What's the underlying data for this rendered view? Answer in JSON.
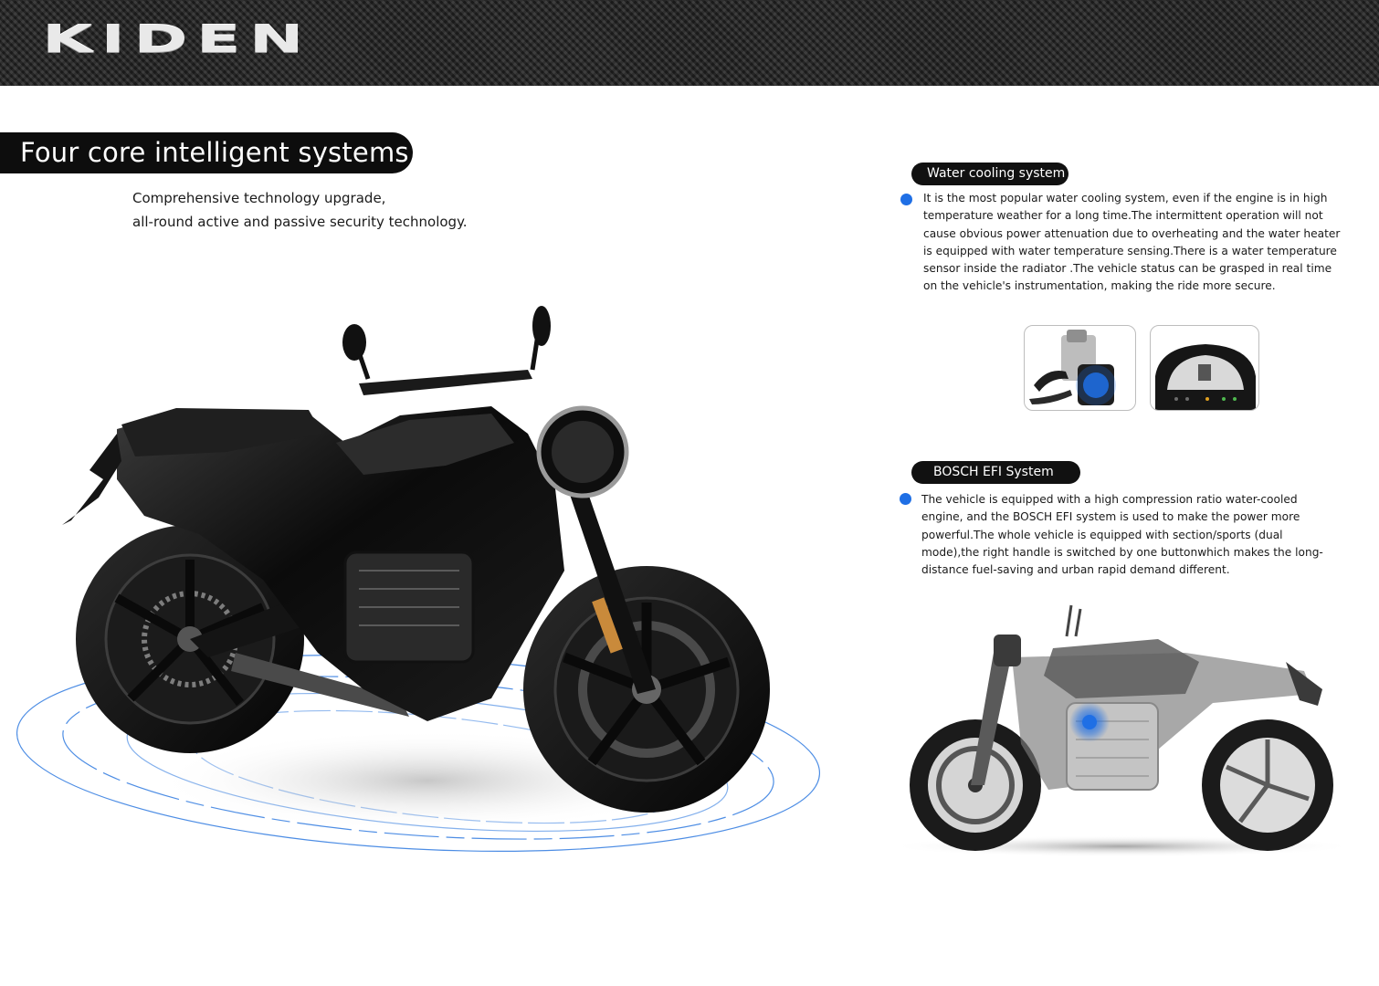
{
  "header": {
    "logo_text": "KIDEN"
  },
  "intro": {
    "title": "Four core intelligent systems",
    "subtitle_line1": "Comprehensive technology upgrade,",
    "subtitle_line2": "all-round active and passive security technology."
  },
  "sections": [
    {
      "tag": "Water cooling system",
      "body": "It is the most popular water cooling system, even if the engine is in high temperature weather for a long time.The intermittent operation will not cause obvious power attenuation due to overheating and the water heater is equipped with water temperature sensing.There is a water temperature sensor inside the radiator .The vehicle status can be grasped in real time on the vehicle's instrumentation, making the ride more secure."
    },
    {
      "tag": "BOSCH EFI System",
      "body": "The vehicle is equipped with a high compression ratio water-cooled engine, and the BOSCH EFI system is used to make the power more powerful.The whole vehicle is equipped with section/sports (dual mode),the right handle is switched by one buttonwhich makes the long-distance fuel-saving and urban rapid demand different."
    }
  ],
  "colors": {
    "accent_blue": "#1f6fe5",
    "pill_black": "#0d0d0d",
    "header_dark": "#2a2a2a"
  },
  "icons": {
    "bullet": "blue-dot-icon"
  }
}
